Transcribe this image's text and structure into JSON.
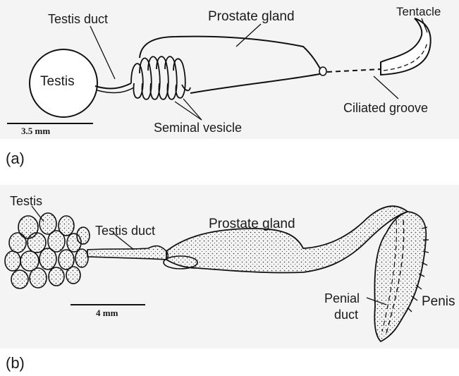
{
  "panel_a": {
    "label": "(a)",
    "parts": {
      "testis": "Testis",
      "testis_duct": "Testis duct",
      "prostate_gland": "Prostate gland",
      "tentacle": "Tentacle",
      "ciliated_groove": "Ciliated groove",
      "seminal_vesicle": "Seminal vesicle"
    },
    "scale_bar": "3.5 mm"
  },
  "panel_b": {
    "label": "(b)",
    "parts": {
      "testis": "Testis",
      "testis_duct": "Testis duct",
      "prostate_gland": "Prostate gland",
      "penial_duct_line1": "Penial",
      "penial_duct_line2": "duct",
      "penis": "Penis"
    },
    "scale_bar": "4 mm"
  }
}
